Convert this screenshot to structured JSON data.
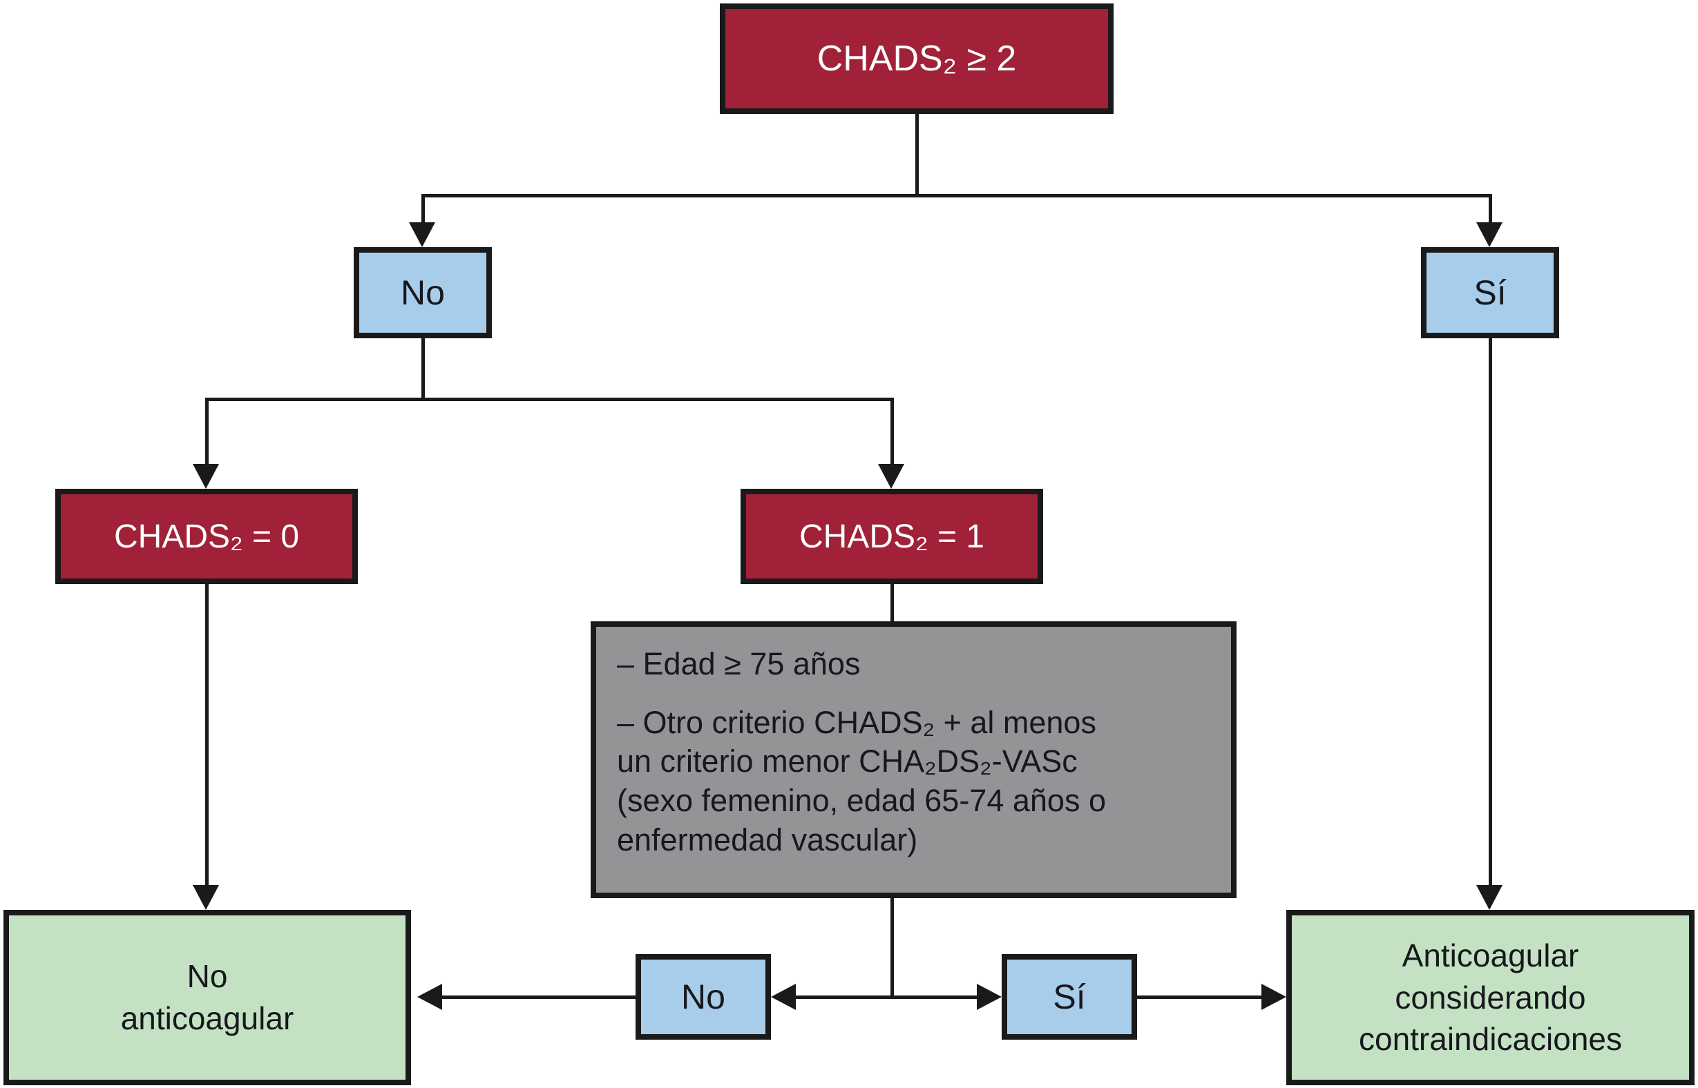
{
  "colors": {
    "decision": "#A02138",
    "answer": "#A8CDEA",
    "criteria": "#949496",
    "outcome": "#C4E2C3",
    "line": "#1A1A1A",
    "text-on-decision": "#FFFFFF",
    "text-dark": "#16181D"
  },
  "nodes": {
    "root": {
      "label": "CHADS₂ ≥ 2"
    },
    "no_top": {
      "label": "No"
    },
    "si_top": {
      "label": "Sí"
    },
    "chads0": {
      "label": "CHADS₂ = 0"
    },
    "chads1": {
      "label": "CHADS₂ = 1"
    },
    "criteria": {
      "lines": [
        "– Edad ≥ 75 años",
        "– Otro criterio CHADS₂ + al menos",
        "un criterio menor CHA₂DS₂-VASc",
        "(sexo femenino, edad 65-74 años o",
        "enfermedad vascular)"
      ]
    },
    "no_bottom": {
      "label": "No"
    },
    "si_bottom": {
      "label": "Sí"
    },
    "outcome_left": {
      "lines": [
        "No",
        "anticoagular"
      ]
    },
    "outcome_right": {
      "lines": [
        "Anticoagular",
        "considerando",
        "contraindicaciones"
      ]
    }
  }
}
